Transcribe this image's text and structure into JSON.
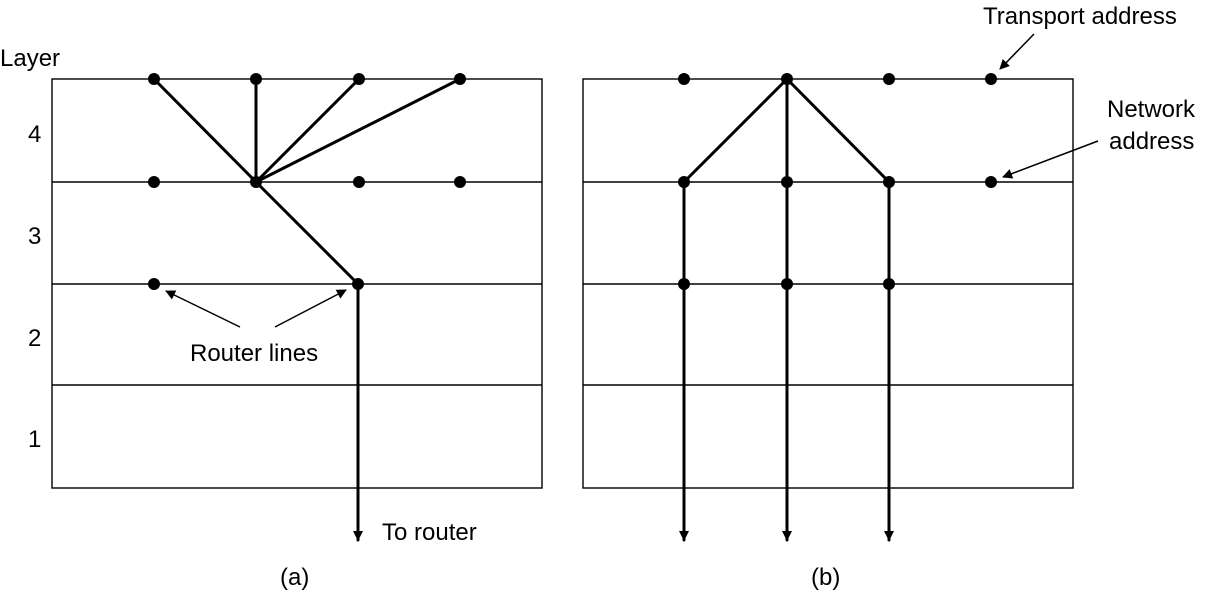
{
  "layer_header": "Layer",
  "layer_numbers": [
    "4",
    "3",
    "2",
    "1"
  ],
  "annotations": {
    "transport_address": "Transport address",
    "network_address_line1": "Network",
    "network_address_line2": "address",
    "router_lines": "Router lines",
    "to_router": "To router"
  },
  "captions": {
    "a": "(a)",
    "b": "(b)"
  }
}
